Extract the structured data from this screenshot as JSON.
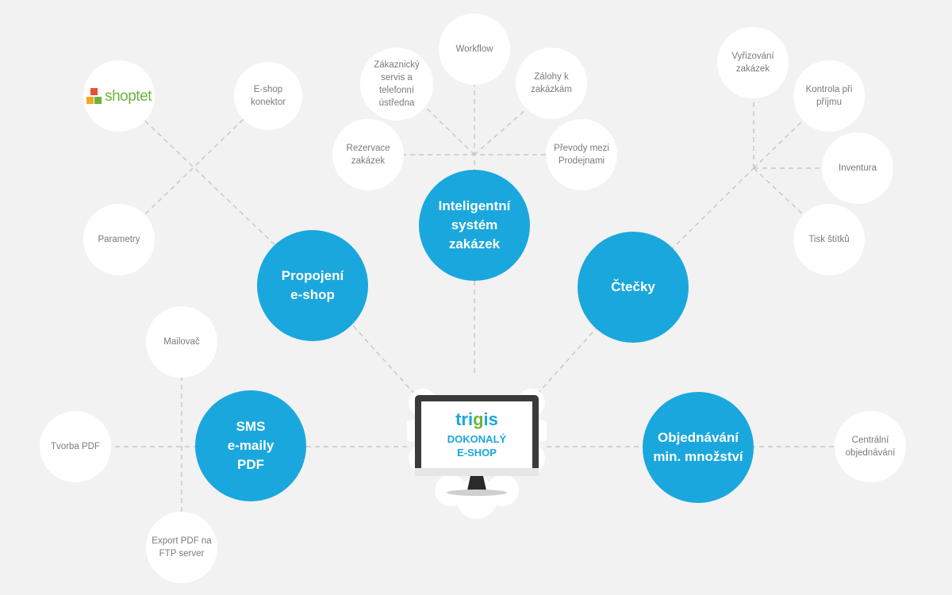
{
  "center": {
    "brand_prefix": "tri",
    "brand_highlight": "g",
    "brand_suffix": "is",
    "line1": "DOKONALÝ",
    "line2": "E-SHOP",
    "colors": {
      "brand": "#1aa7dd",
      "brand_g": "#6ab43e"
    }
  },
  "colors": {
    "background": "#f2f2f2",
    "major_node": "#1aa7dd",
    "minor_node": "#ffffff",
    "minor_text": "#7a7a7a",
    "connector": "#c8c8c8"
  },
  "major_nodes": {
    "eshop": "Propojení\ne-shop",
    "zakazky": "Inteligentní\nsystém\nzakázek",
    "ctecky": "Čtečky",
    "sms": "SMS\ne-maily\nPDF",
    "objednavani": "Objednávání\nmin. množství"
  },
  "minor_nodes": {
    "shoptet": {
      "text": "shoptet",
      "icon": "shoptet-logo-icon",
      "colors": [
        "#e94f35",
        "#f5a623",
        "#6ab43e",
        "#1aa7dd"
      ]
    },
    "eshop_konektor": "E-shop\nkonektor",
    "parametry": "Parametry",
    "workflow": "Workflow",
    "zakaznicky_servis": "Zákaznický\nservis a\ntelefonní\nústředna",
    "zalohy": "Zálohy k\nzakázkám",
    "rezervace": "Rezervace\nzakázek",
    "prevody": "Převody mezi\nProdejnami",
    "vyrizovani": "Vyřizování\nzakázek",
    "kontrola": "Kontrola při\npříjmu",
    "inventura": "Inventura",
    "tisk": "Tisk štítků",
    "mailovac": "Mailovač",
    "tvorba_pdf": "Tvorba PDF",
    "export_pdf": "Export PDF na\nFTP server",
    "centralni": "Centrální\nobjednávání"
  }
}
